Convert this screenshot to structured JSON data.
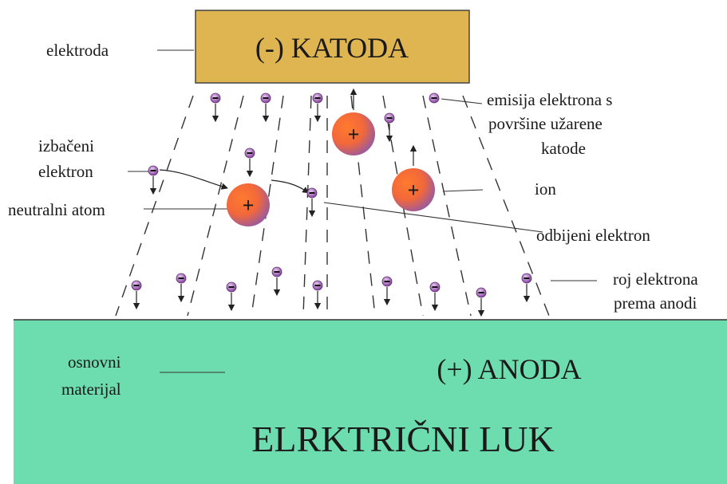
{
  "colors": {
    "cathode": "#dfb551",
    "anode": "#6ddcae",
    "electron": "#8e4aa3",
    "ion_core": "#ff6a2a",
    "ion_edge": "#9b5a9d"
  },
  "cathode": {
    "label": "(-) KATODA"
  },
  "anode": {
    "label": "(+) ANODA",
    "title": "ELRKTRIČNI LUK"
  },
  "labels": {
    "electrode": "elektroda",
    "emission": [
      "emisija elektrona s",
      "površine užarene",
      "katode"
    ],
    "ejected": [
      "izbačeni",
      "elektron"
    ],
    "neutral": "neutralni atom",
    "ion": "ion",
    "reflected": "odbijeni elektron",
    "swarm": [
      "roj elektrona",
      "prema anodi"
    ],
    "base": [
      "osnovni",
      "materijal"
    ]
  },
  "particles": {
    "ion_symbol": "+",
    "electron_symbol": "−"
  }
}
